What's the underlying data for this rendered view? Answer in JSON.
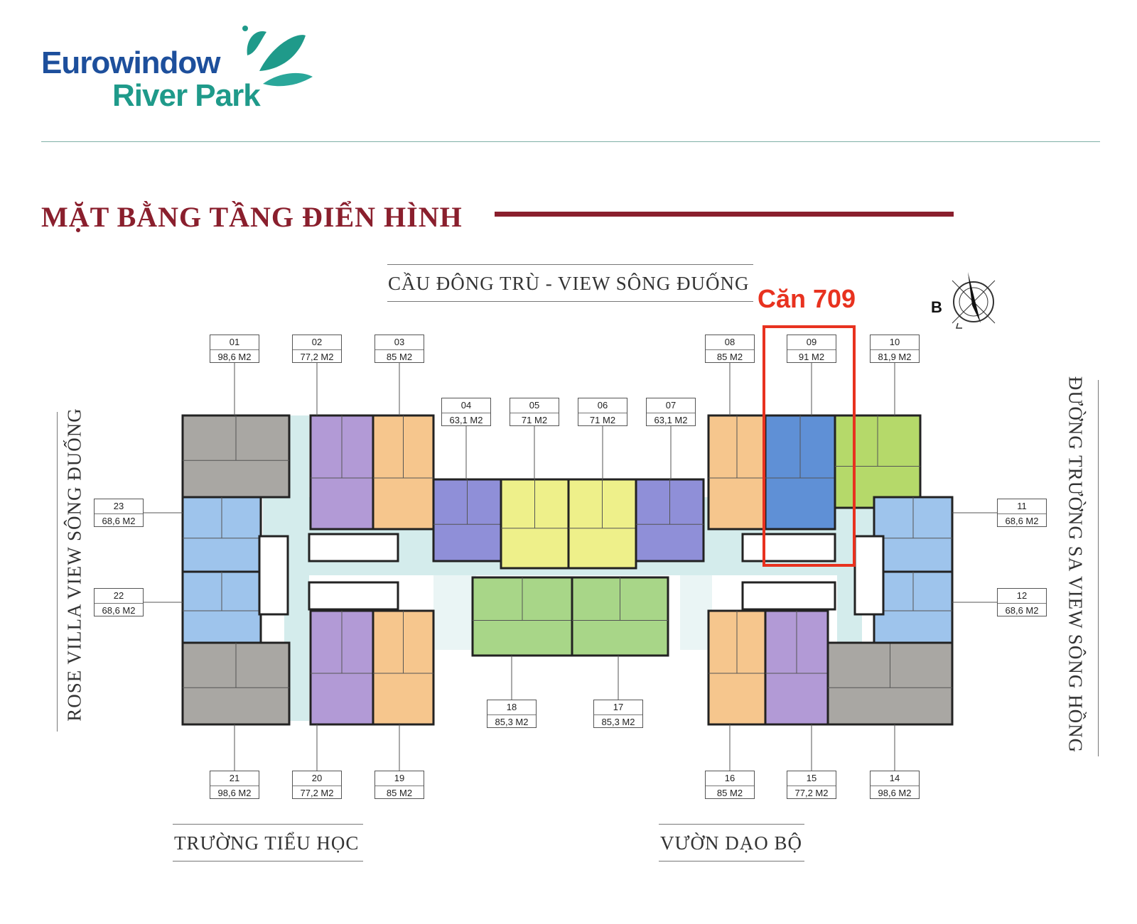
{
  "brand": {
    "line1": "Eurowindow",
    "line2": "River Park"
  },
  "title": "MẶT BẰNG TẦNG ĐIỂN HÌNH",
  "directions": {
    "top": "CẦU ĐÔNG TRÙ - VIEW SÔNG ĐUỐNG",
    "left": "ROSE VILLA VIEW SÔNG ĐUỐNG",
    "right": "ĐƯỜNG TRƯỜNG SA VIEW SÔNG HỒNG",
    "bottom_left": "TRƯỜNG TIỂU HỌC",
    "bottom_right": "VƯỜN DẠO BỘ"
  },
  "compass": {
    "letter": "B"
  },
  "highlight": {
    "label": "Căn 709",
    "color": "#e8321f"
  },
  "colors": {
    "gray": "#a9a7a3",
    "blue": "#9ec4ec",
    "purple": "#b29ad6",
    "orange": "#f6c68d",
    "indigo": "#8f8fd8",
    "yellow": "#eef08a",
    "green": "#a8d688",
    "lime": "#b5d96a",
    "blue_dark": "#5f90d6",
    "corridor": "#d4ecec",
    "title": "#8a1f2d",
    "brand_blue": "#1d4f9c",
    "brand_teal": "#1f9a8a"
  },
  "units": [
    {
      "id": "01",
      "area": "98,6 M2"
    },
    {
      "id": "02",
      "area": "77,2 M2"
    },
    {
      "id": "03",
      "area": "85 M2"
    },
    {
      "id": "04",
      "area": "63,1 M2"
    },
    {
      "id": "05",
      "area": "71 M2"
    },
    {
      "id": "06",
      "area": "71 M2"
    },
    {
      "id": "07",
      "area": "63,1 M2"
    },
    {
      "id": "08",
      "area": "85 M2"
    },
    {
      "id": "09",
      "area": "91 M2"
    },
    {
      "id": "10",
      "area": "81,9 M2"
    },
    {
      "id": "11",
      "area": "68,6 M2"
    },
    {
      "id": "12",
      "area": "68,6 M2"
    },
    {
      "id": "14",
      "area": "98,6 M2"
    },
    {
      "id": "15",
      "area": "77,2 M2"
    },
    {
      "id": "16",
      "area": "85 M2"
    },
    {
      "id": "17",
      "area": "85,3 M2"
    },
    {
      "id": "18",
      "area": "85,3 M2"
    },
    {
      "id": "19",
      "area": "85 M2"
    },
    {
      "id": "20",
      "area": "77,2 M2"
    },
    {
      "id": "21",
      "area": "98,6 M2"
    },
    {
      "id": "22",
      "area": "68,6 M2"
    },
    {
      "id": "23",
      "area": "68,6 M2"
    }
  ]
}
